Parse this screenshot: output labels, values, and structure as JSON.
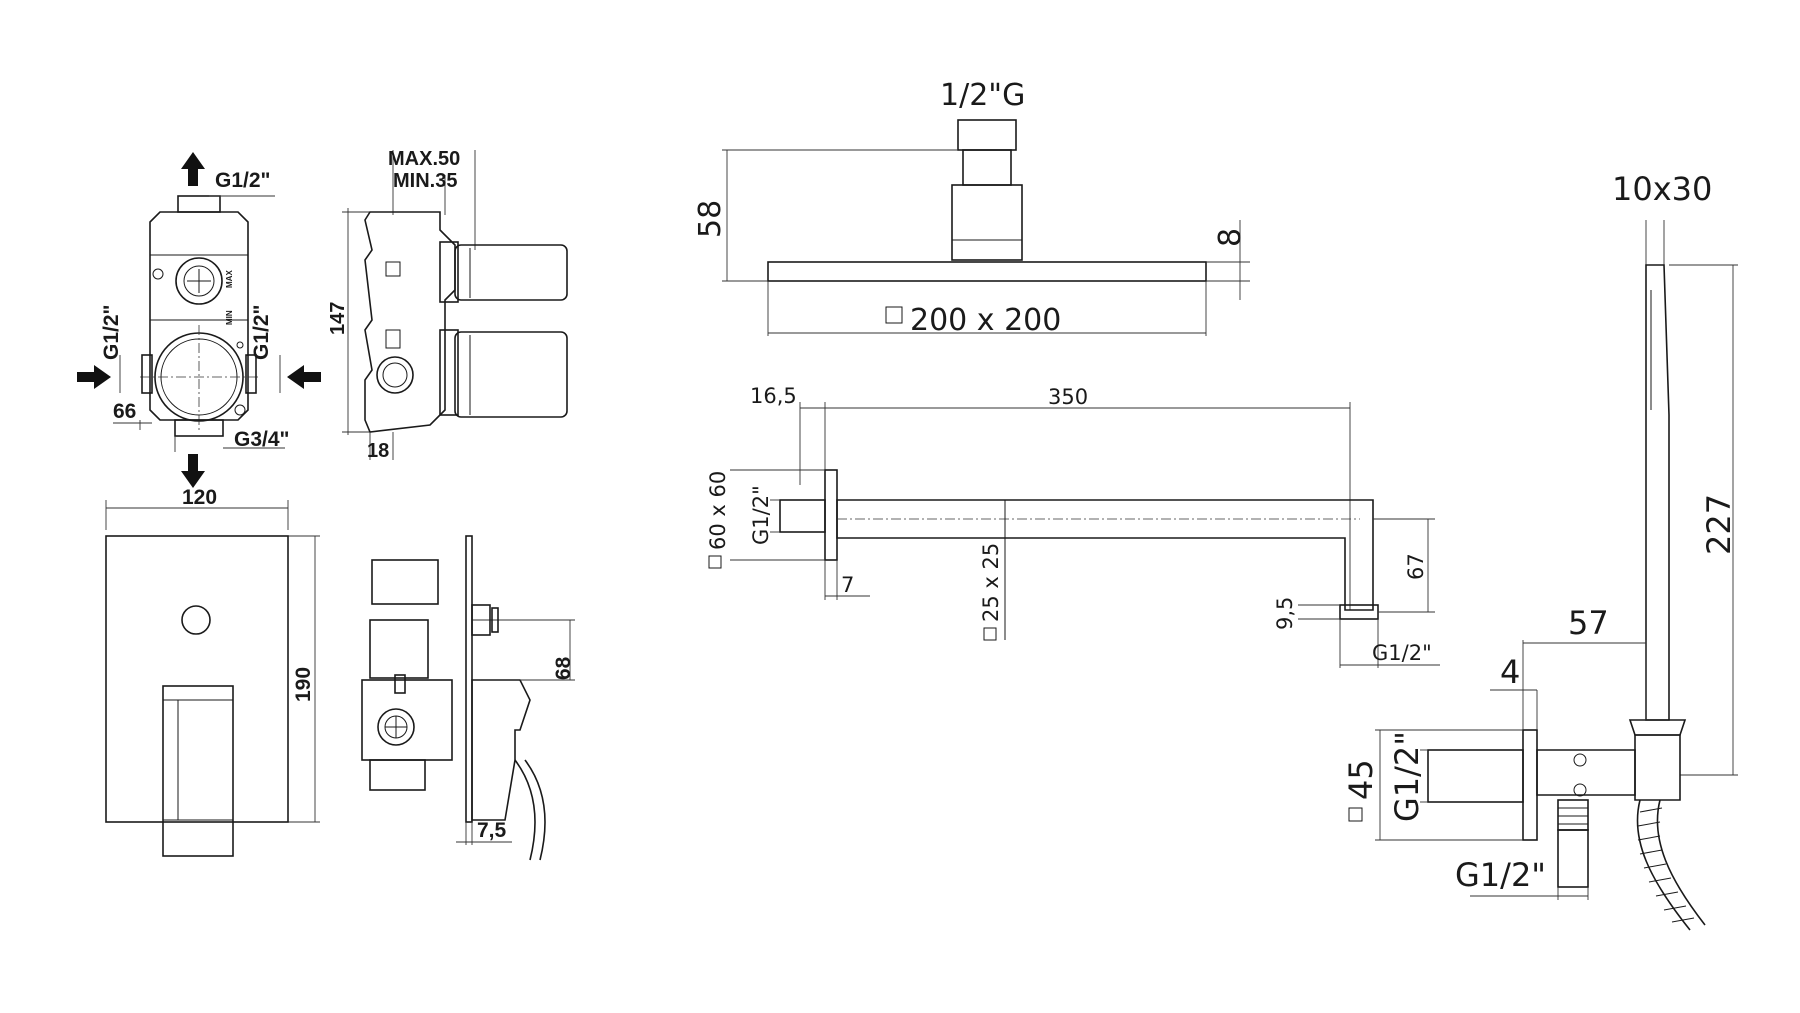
{
  "colors": {
    "line": "#1a1a1a",
    "background": "#ffffff"
  },
  "mixer_valve": {
    "dims": {
      "outlet_top": "G1/2\"",
      "inlet_left": "G1/2\"",
      "inlet_right": "G1/2\"",
      "depth_66": "66",
      "outlet_bottom": "G3/4\"",
      "max_depth": "MAX.50",
      "min_depth": "MIN.35",
      "height_147": "147",
      "offset_18": "18",
      "max_mark": "MAX",
      "min_mark": "MIN"
    }
  },
  "cover_plate": {
    "dims": {
      "width": "120",
      "height": "190",
      "handle_projection": "68",
      "plate_thickness": "7,5"
    }
  },
  "shower_head": {
    "dims": {
      "thread": "1/2\"G",
      "height": "58",
      "thickness": "8",
      "size": "200 x 200"
    }
  },
  "shower_arm": {
    "dims": {
      "flange_offset": "16,5",
      "length": "350",
      "flange": "60 x 60",
      "thread": "G1/2\"",
      "flange_depth": "7",
      "tube": "25 x 25",
      "drop": "67",
      "outlet_depth": "9,5",
      "outlet_thread": "G1/2\""
    }
  },
  "hand_shower": {
    "dims": {
      "handle_section": "10x30",
      "length": "227",
      "projection": "57",
      "flange_depth": "4",
      "flange": "45",
      "thread": "G1/2\"",
      "outlet_thread": "G1/2\""
    }
  }
}
